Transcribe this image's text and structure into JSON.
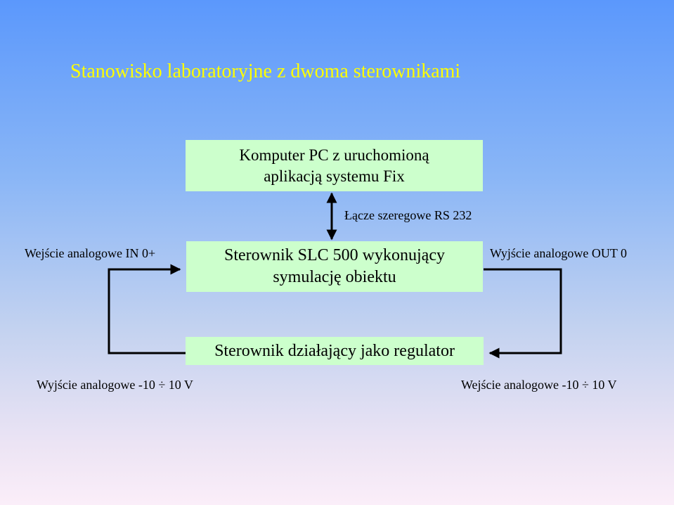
{
  "title": "Stanowisko laboratoryjne z dwoma sterownikami",
  "boxes": {
    "pc": {
      "line1": "Komputer PC z uruchomioną",
      "line2": "aplikacją systemu Fix"
    },
    "slc": {
      "line1": "Sterownik SLC 500 wykonujący",
      "line2": "symulację obiektu"
    },
    "regulator": {
      "text": "Sterownik działający jako regulator"
    }
  },
  "labels": {
    "serial_link": "Łącze szeregowe RS 232",
    "input_in0": "Wejście analogowe IN 0+",
    "output_out0": "Wyjście analogowe OUT 0",
    "output_range": "Wyjście analogowe -10 ÷ 10 V",
    "input_range": "Wejście analogowe -10 ÷ 10 V"
  },
  "colors": {
    "title": "#ffff00",
    "box_fill": "#ccffcc",
    "line": "#000000"
  }
}
